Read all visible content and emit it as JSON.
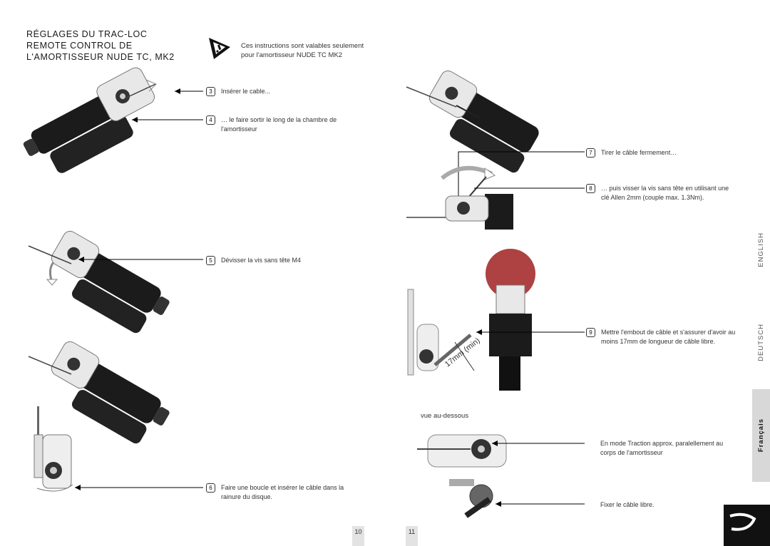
{
  "title_lines": [
    "RÉGLAGES DU TRAC-LOC",
    "REMOTE CONTROL DE",
    "L'AMORTISSEUR NUDE TC, MK2"
  ],
  "warning": {
    "icon": "warning-triangle-icon",
    "lines": [
      "Ces instructions sont valables seulement",
      "pour l'amortisseur NUDE TC MK2"
    ]
  },
  "steps": [
    {
      "num": "3",
      "text": "Insérer le cable..."
    },
    {
      "num": "4",
      "text": "… le faire sortir le long de la chambre de l'amortisseur"
    },
    {
      "num": "5",
      "text": "Dévisser la vis sans tête M4"
    },
    {
      "num": "6",
      "text": "Faire une boucle et insérer le câble dans la rainure du disque."
    },
    {
      "num": "7",
      "text": "Tirer le câble fermement…"
    },
    {
      "num": "8",
      "text": "… puis visser la vis sans tête en utilisant une clé Allen 2mm (couple max. 1.3Nm)."
    },
    {
      "num": "9",
      "text": "Mettre l'embout de câble et s'assurer d'avoir au moins 17mm de longueur de câble libre."
    }
  ],
  "measure_label": "17mm (min)",
  "bottom_view_label": "vue au-dessous",
  "bottom_notes": [
    "En mode Traction approx. paralellement au corps de l'amortisseur",
    "Fixer le câble libre."
  ],
  "language_tabs": [
    "ENGLISH",
    "DEUTSCH",
    "Français"
  ],
  "page_numbers": [
    "10",
    "11"
  ],
  "colors": {
    "tab_active": "#d8d8d8",
    "shock_body": "#1b1b1b",
    "callout_red": "#a02020"
  },
  "logo_icon": "brand-logo-icon"
}
